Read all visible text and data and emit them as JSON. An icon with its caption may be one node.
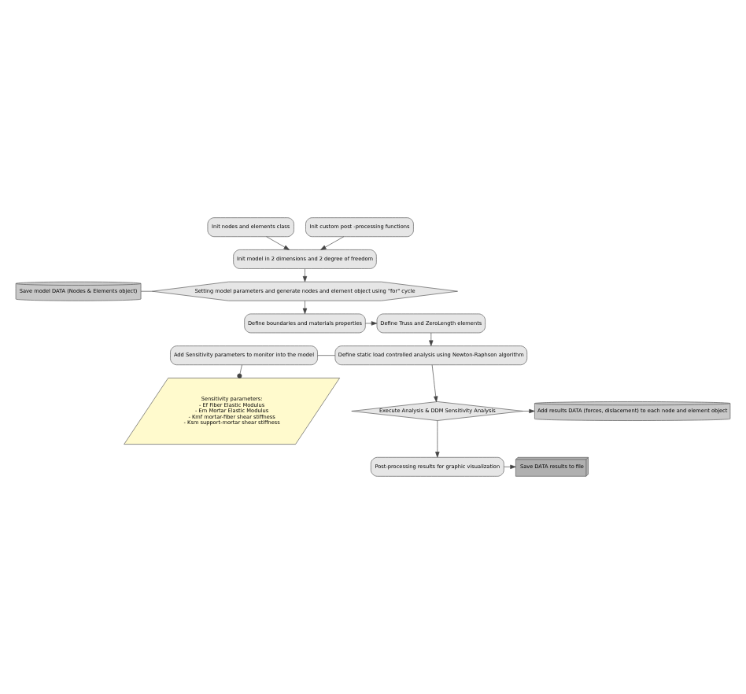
{
  "diagram": {
    "nodes": [
      {
        "text": [
          "Init nodes and elements class"
        ]
      },
      {
        "text": [
          "Init custom post -processing functions"
        ]
      },
      {
        "text": [
          "Init model in 2 dimensions and 2 degree of freedom"
        ]
      },
      {
        "text": [
          "Setting model parameters and generate nodes and element object using \"for\" cycle"
        ]
      },
      {
        "text": [
          "Save model DATA (Nodes & Elements object)"
        ]
      },
      {
        "text": [
          "Define boundaries and materials properties"
        ]
      },
      {
        "text": [
          "Define Truss and ZeroLength elements"
        ]
      },
      {
        "text": [
          "Define static load controlled analysis using Newton-Raphson algorithm"
        ]
      },
      {
        "text": [
          "Add Sensitivity parameters to monitor into the model"
        ]
      },
      {
        "text": [
          "Sensitivity parameters:",
          "- Ef Fiber Elastic Modulus",
          "- Em Mortar Elastic Modulus",
          "- Kmf mortar-fiber shear stiffness",
          "- Ksm support-mortar shear stiffness"
        ]
      },
      {
        "text": [
          "Execute Analysis & DDM Sensitivity Analysis"
        ]
      },
      {
        "text": [
          "Add results DATA (forces, dislacement) to each node and element object"
        ]
      },
      {
        "text": [
          "Post-processing results for graphic visualization"
        ]
      },
      {
        "text": [
          "Save DATA results to file"
        ]
      }
    ],
    "edges": [
      {
        "from": 0,
        "to": 2,
        "arrow": "to"
      },
      {
        "from": 1,
        "to": 2,
        "arrow": "to"
      },
      {
        "from": 2,
        "to": 3,
        "arrow": "to"
      },
      {
        "from": 4,
        "to": 3,
        "arrow": "none"
      },
      {
        "from": 3,
        "to": 5,
        "arrow": "to"
      },
      {
        "from": 5,
        "to": 6,
        "arrow": "to"
      },
      {
        "from": 6,
        "to": 7,
        "arrow": "to"
      },
      {
        "from": 8,
        "to": 7,
        "arrow": "none"
      },
      {
        "from": 8,
        "to": 9,
        "arrow": "other"
      },
      {
        "from": 7,
        "to": 10,
        "arrow": "to"
      },
      {
        "from": 10,
        "to": 11,
        "arrow": "to"
      },
      {
        "from": 10,
        "to": 12,
        "arrow": "to"
      },
      {
        "from": 12,
        "to": 13,
        "arrow": "to"
      }
    ]
  }
}
